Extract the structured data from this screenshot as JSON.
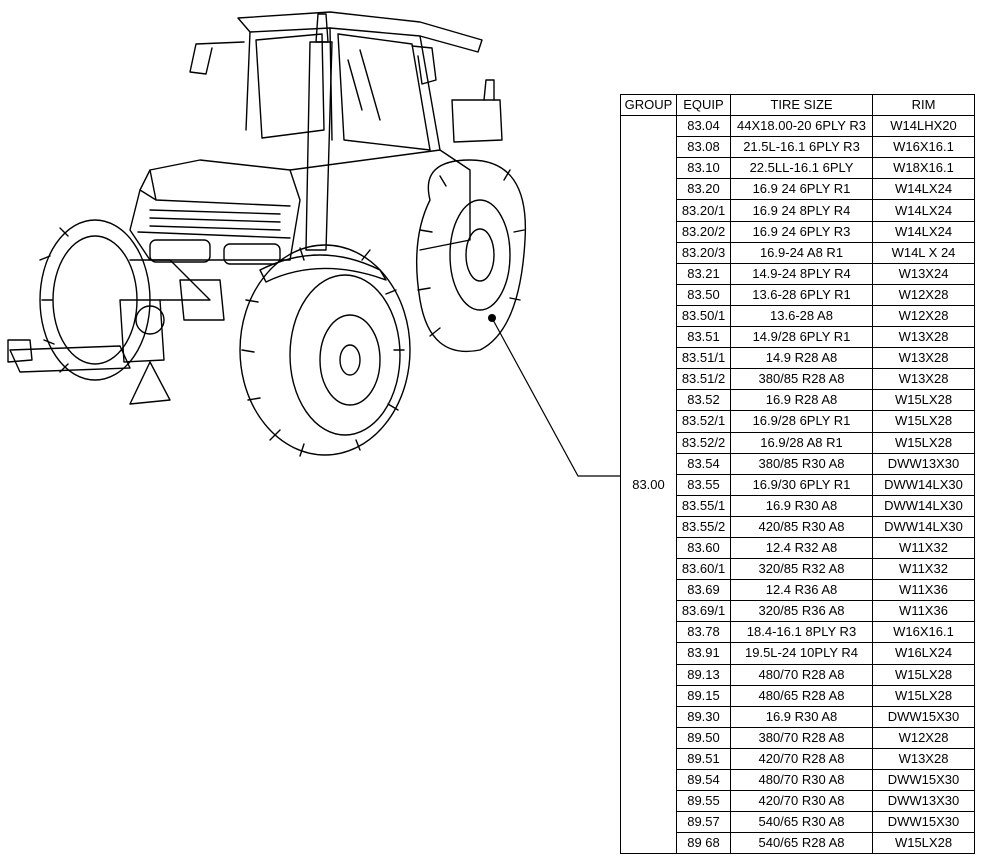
{
  "table": {
    "headers": {
      "group": "GROUP",
      "equip": "EQUIP",
      "tire_size": "TIRE SIZE",
      "rim": "RIM"
    },
    "group": "83.00",
    "rows": [
      {
        "equip": "83.04",
        "size": "44X18.00-20 6PLY R3",
        "rim": "W14LHX20"
      },
      {
        "equip": "83.08",
        "size": "21.5L-16.1 6PLY R3",
        "rim": "W16X16.1"
      },
      {
        "equip": "83.10",
        "size": "22.5LL-16.1 6PLY",
        "rim": "W18X16.1"
      },
      {
        "equip": "83.20",
        "size": "16.9 24 6PLY R1",
        "rim": "W14LX24"
      },
      {
        "equip": "83.20/1",
        "size": "16.9 24 8PLY R4",
        "rim": "W14LX24"
      },
      {
        "equip": "83.20/2",
        "size": "16.9 24 6PLY R3",
        "rim": "W14LX24"
      },
      {
        "equip": "83.20/3",
        "size": "16.9-24 A8 R1",
        "rim": "W14L X 24"
      },
      {
        "equip": "83.21",
        "size": "14.9-24 8PLY R4",
        "rim": "W13X24"
      },
      {
        "equip": "83.50",
        "size": "13.6-28 6PLY R1",
        "rim": "W12X28"
      },
      {
        "equip": "83.50/1",
        "size": "13.6-28 A8",
        "rim": "W12X28"
      },
      {
        "equip": "83.51",
        "size": "14.9/28 6PLY R1",
        "rim": "W13X28"
      },
      {
        "equip": "83.51/1",
        "size": "14.9 R28 A8",
        "rim": "W13X28"
      },
      {
        "equip": "83.51/2",
        "size": "380/85 R28 A8",
        "rim": "W13X28"
      },
      {
        "equip": "83.52",
        "size": "16.9 R28 A8",
        "rim": "W15LX28"
      },
      {
        "equip": "83.52/1",
        "size": "16.9/28 6PLY R1",
        "rim": "W15LX28"
      },
      {
        "equip": "83.52/2",
        "size": "16.9/28 A8 R1",
        "rim": "W15LX28"
      },
      {
        "equip": "83.54",
        "size": "380/85 R30 A8",
        "rim": "DWW13X30"
      },
      {
        "equip": "83.55",
        "size": "16.9/30 6PLY R1",
        "rim": "DWW14LX30"
      },
      {
        "equip": "83.55/1",
        "size": "16.9 R30 A8",
        "rim": "DWW14LX30"
      },
      {
        "equip": "83.55/2",
        "size": "420/85 R30 A8",
        "rim": "DWW14LX30"
      },
      {
        "equip": "83.60",
        "size": "12.4 R32 A8",
        "rim": "W11X32"
      },
      {
        "equip": "83.60/1",
        "size": "320/85 R32 A8",
        "rim": "W11X32"
      },
      {
        "equip": "83.69",
        "size": "12.4 R36 A8",
        "rim": "W11X36"
      },
      {
        "equip": "83.69/1",
        "size": "320/85 R36 A8",
        "rim": "W11X36"
      },
      {
        "equip": "83.78",
        "size": "18.4-16.1 8PLY R3",
        "rim": "W16X16.1"
      },
      {
        "equip": "83.91",
        "size": "19.5L-24 10PLY R4",
        "rim": "W16LX24"
      },
      {
        "equip": "89.13",
        "size": "480/70 R28 A8",
        "rim": "W15LX28"
      },
      {
        "equip": "89.15",
        "size": "480/65 R28 A8",
        "rim": "W15LX28"
      },
      {
        "equip": "89.30",
        "size": "16.9 R30 A8",
        "rim": "DWW15X30"
      },
      {
        "equip": "89.50",
        "size": "380/70 R28 A8",
        "rim": "W12X28"
      },
      {
        "equip": "89.51",
        "size": "420/70 R28 A8",
        "rim": "W13X28"
      },
      {
        "equip": "89.54",
        "size": "480/70 R30 A8",
        "rim": "DWW15X30"
      },
      {
        "equip": "89.55",
        "size": "420/70 R30 A8",
        "rim": "DWW13X30"
      },
      {
        "equip": "89.57",
        "size": "540/65 R30 A8",
        "rim": "DWW15X30"
      },
      {
        "equip": "89 68",
        "size": "540/65 R28 A8",
        "rim": "W15LX28"
      }
    ]
  }
}
